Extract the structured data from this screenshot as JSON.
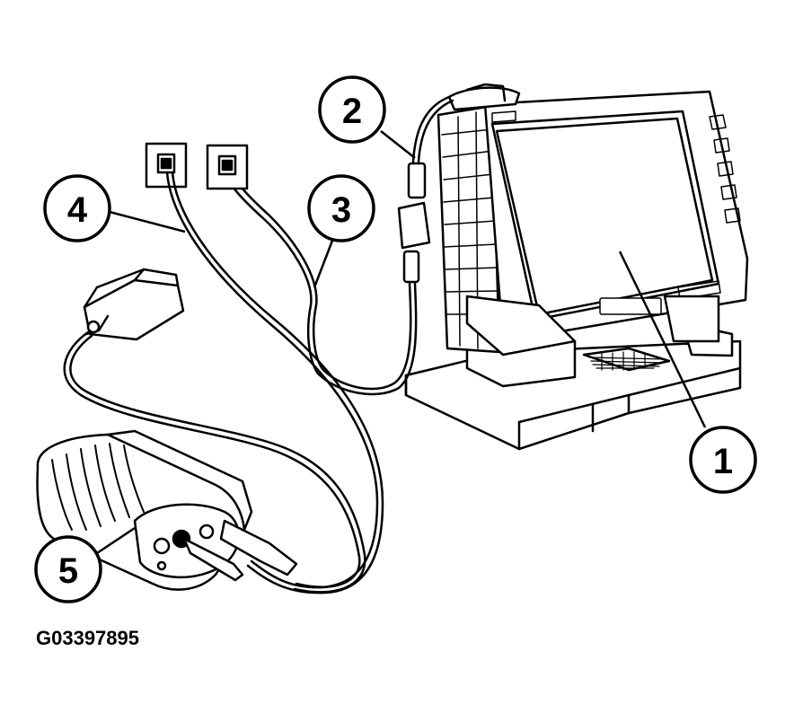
{
  "callouts": [
    {
      "label": "1"
    },
    {
      "label": "2"
    },
    {
      "label": "3"
    },
    {
      "label": "4"
    },
    {
      "label": "5"
    }
  ],
  "figure_id": "G03397895"
}
